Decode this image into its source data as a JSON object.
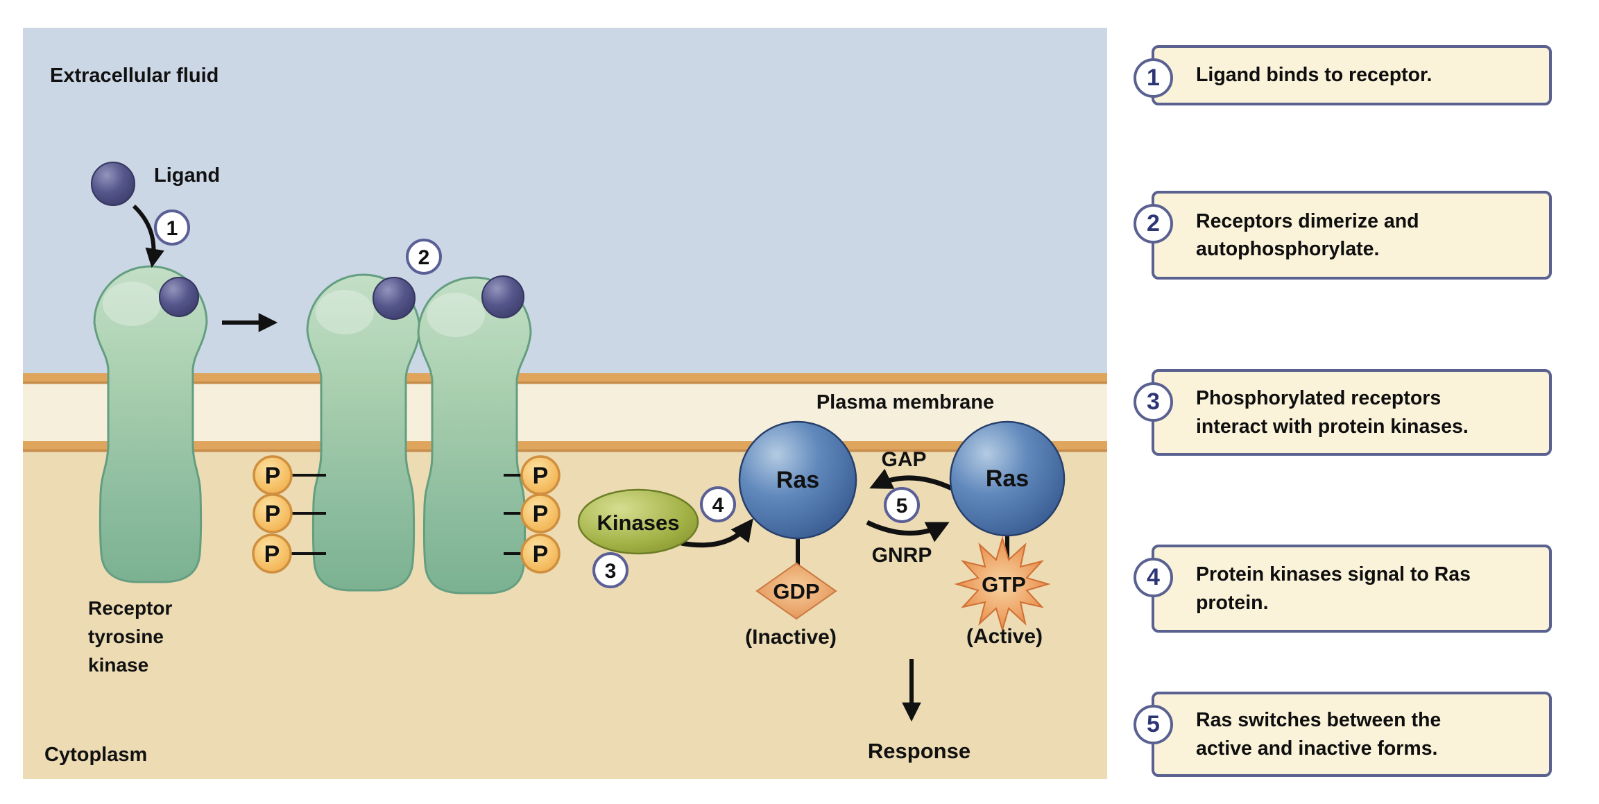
{
  "colors": {
    "extracellular_blue": "#ccd7e6",
    "membrane_orange": "#dfa55c",
    "membrane_edge": "#c58c4b",
    "membrane_cream": "#f6efdc",
    "cytoplasm_tan": "#ecdbb3",
    "receptor_green": "#a6cdad",
    "ligand_purple": "#4e4f80",
    "ras_blue": "#5781b4",
    "phosphate_yellow": "#f3b95e",
    "kinase_olive": "#9fae42",
    "nucleotide_orange": "#e18e50",
    "box_fill": "#faf3da",
    "box_border": "#5a6190",
    "step_number_navy": "#2e3575"
  },
  "diagram": {
    "region_labels": {
      "extracellular": "Extracellular fluid",
      "cytoplasm": "Cytoplasm",
      "plasma_membrane": "Plasma membrane"
    },
    "ligand_label": "Ligand",
    "receptor_label": {
      "line1": "Receptor",
      "line2": "tyrosine",
      "line3": "kinase"
    },
    "phosphate_letter": "P",
    "kinases_label": "Kinases",
    "ras_label": "Ras",
    "gap_label": "GAP",
    "gnrp_label": "GNRP",
    "gdp": {
      "label": "GDP",
      "state": "(Inactive)"
    },
    "gtp": {
      "label": "GTP",
      "state": "(Active)"
    },
    "response_label": "Response",
    "step_markers": [
      "1",
      "2",
      "3",
      "4",
      "5"
    ]
  },
  "steps": [
    {
      "number": "1",
      "line1": "Ligand binds to receptor.",
      "line2": ""
    },
    {
      "number": "2",
      "line1": "Receptors dimerize and",
      "line2": "autophosphorylate."
    },
    {
      "number": "3",
      "line1": "Phosphorylated receptors",
      "line2": "interact with protein kinases."
    },
    {
      "number": "4",
      "line1": "Protein kinases signal to Ras",
      "line2": "protein."
    },
    {
      "number": "5",
      "line1": "Ras switches between the",
      "line2": "active and inactive forms."
    }
  ]
}
